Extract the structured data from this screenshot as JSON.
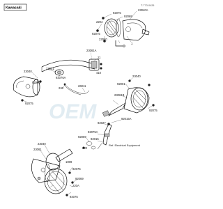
{
  "corner_code": "T-773-0426",
  "brand_logo": "Kawasaki",
  "watermark": "OEM",
  "labels": {
    "p23040a": "23040A",
    "p92075_1": "92075",
    "p92069": "92069",
    "p220a_1": "220A",
    "p92075_2": "92075",
    "p23040b": "23040",
    "p1": "1",
    "p23061a": "23061A",
    "p11": "11",
    "p23040c": "23040",
    "p23051": "23051",
    "p92076a": "92076A",
    "p410": "410",
    "p92000": "92000",
    "p220": "220",
    "p26011": "26011",
    "p92075_3": "92075",
    "p23040d": "23040",
    "p92001": "92001",
    "p23061b": "23061B",
    "p92075_4": "92075",
    "p92015a": "92015A",
    "p92027": "92027",
    "p92075a": "92075A",
    "p92015b": "92015",
    "p92069_2": "92069",
    "p220_2": "220",
    "p23040e": "23040",
    "p23061c": "23061",
    "p220a_2": "220A",
    "p92075_5": "92075",
    "p92075_6": "92075",
    "p92069_3": "92069",
    "p1009": "1009",
    "ref_electrical": "Ref. Electrical Equipment"
  }
}
